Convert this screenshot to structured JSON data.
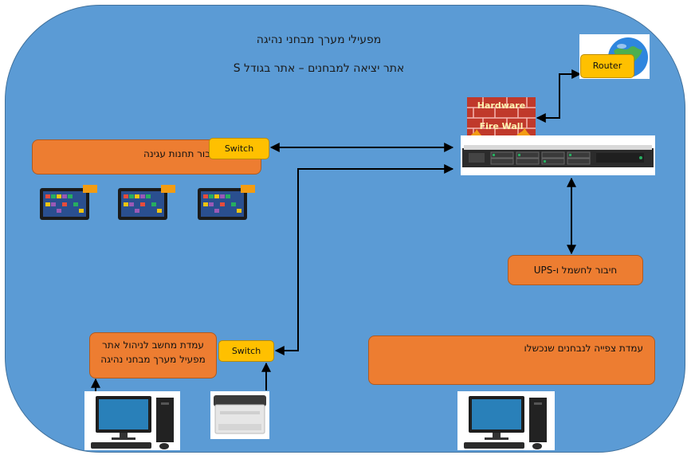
{
  "title_line1": "מפעילי מערך מבחני נהיגה",
  "title_line2": "אתר יציאה למבחנים – אתר בגודל S",
  "router_label": "Router",
  "firewall_label_1": "Hardware",
  "firewall_label_2": "Fire Wall",
  "top_switch_label": "Switch",
  "table_box_label": "שולחן לחיבור תחנות עגינה",
  "ups_box_label": "חיבור לחשמל ו-UPS",
  "admin_box_label": "עמדת מחשב לניהול אתר מפעיל מערך מבחני נהיגה",
  "bottom_switch_label": "Switch",
  "viewing_box_label": "עמדת צפייה לנבחנים שנכשלו",
  "colors": {
    "background_blob": "#5b9bd5",
    "box_orange": "#ed7d31",
    "switch_yellow": "#ffc000",
    "connector": "#000000"
  }
}
